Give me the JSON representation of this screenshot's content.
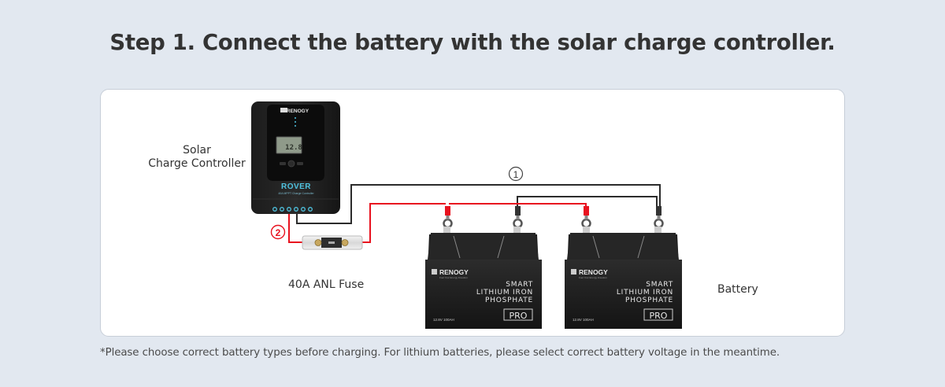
{
  "title": "Step 1. Connect the battery with the solar charge controller.",
  "labels": {
    "controller_line1": "Solar",
    "controller_line2": "Charge Controller",
    "fuse": "40A ANL Fuse",
    "battery": "Battery"
  },
  "markers": {
    "one": "1",
    "two": "2"
  },
  "controller": {
    "brand": "RENOGY",
    "model": "ROVER",
    "subtitle": "40A MPPT Charge Controller",
    "display_value": "12.8"
  },
  "batteries": [
    {
      "brand": "RENOGY",
      "tagline": "Fuel Your Energy Freedom",
      "line1": "SMART",
      "line2": "LITHIUM IRON",
      "line3": "PHOSPHATE",
      "spec": "12.8V 100AH",
      "badge": "PRO"
    },
    {
      "brand": "RENOGY",
      "tagline": "Fuel Your Energy Freedom",
      "line1": "SMART",
      "line2": "LITHIUM IRON",
      "line3": "PHOSPHATE",
      "spec": "12.8V 100AH",
      "badge": "PRO"
    }
  ],
  "colors": {
    "positive_wire": "#e8121f",
    "negative_wire": "#2b2b2b",
    "accent_led": "#4fc3e0"
  },
  "footnote": "*Please choose correct battery types before charging. For lithium batteries, please select correct battery voltage in the meantime."
}
